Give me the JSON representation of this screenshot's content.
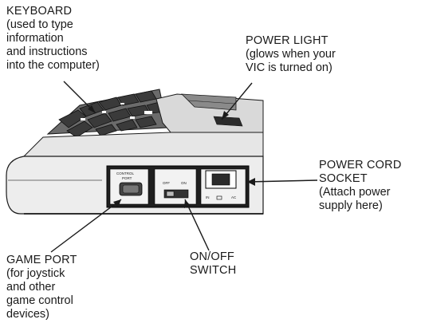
{
  "callouts": {
    "keyboard": {
      "heading": "KEYBOARD",
      "description": [
        "(used to type",
        "information",
        "and instructions",
        "into the computer)"
      ]
    },
    "power_light": {
      "heading": "POWER LIGHT",
      "description": [
        "(glows when your",
        "VIC is turned on)"
      ]
    },
    "power_cord_socket": {
      "heading": [
        "POWER CORD",
        "SOCKET"
      ],
      "description": [
        "(Attach power",
        "supply here)"
      ]
    },
    "game_port": {
      "heading": "GAME PORT",
      "description": [
        "(for joystick",
        "and other",
        "game control",
        "devices)"
      ]
    },
    "on_off_switch": {
      "heading": [
        "ON/OFF",
        "SWITCH"
      ]
    }
  },
  "panel_labels": {
    "control_port_line1": "CONTROL",
    "control_port_line2": "PORT",
    "switch_off": "OFF",
    "switch_on": "ON",
    "power_left": "IN",
    "power_right": "AC"
  },
  "colors": {
    "ink": "#1a1a1a",
    "case_top": "#d9d9d9",
    "case_front": "#ededed",
    "keys": "#3a3a3a",
    "panel": "#1f1f1f"
  }
}
